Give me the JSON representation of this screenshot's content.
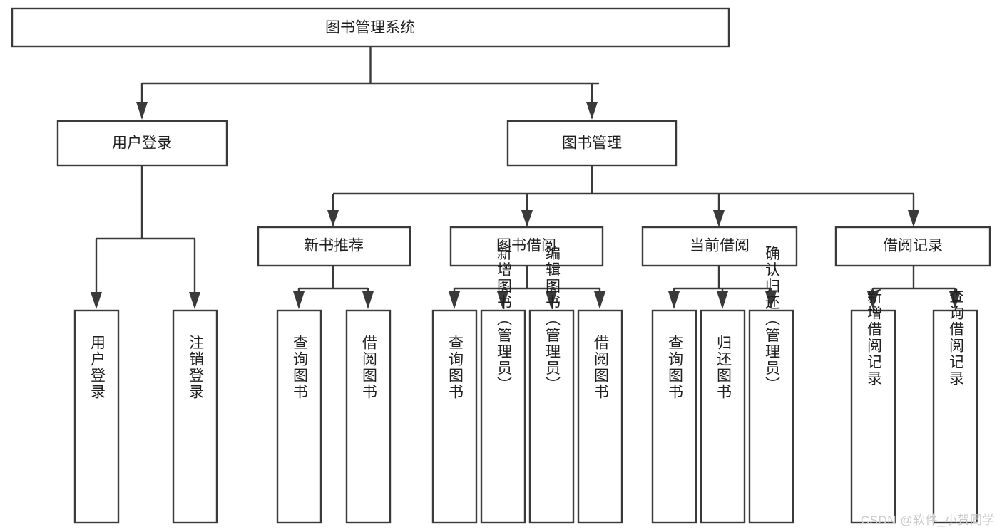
{
  "diagram": {
    "title": "图书管理系统",
    "type": "tree-hierarchy-chart",
    "colors": {
      "box_stroke": "#3a3a3a",
      "box_fill": "#ffffff",
      "text": "#1f1f1f",
      "background": "#ffffff",
      "watermark": "#c9c9c9"
    },
    "levels": {
      "level1": [
        "图书管理系统"
      ],
      "level2": [
        "用户登录",
        "图书管理"
      ],
      "level3": [
        "新书推荐",
        "图书借阅",
        "当前借阅",
        "借阅记录"
      ],
      "level4": [
        "用户登录",
        "注销登录",
        "查询图书",
        "借阅图书",
        "查询图书",
        "新增图书（管理员）",
        "编辑图书（管理员）",
        "借阅图书",
        "查询图书",
        "归还图书",
        "确认归还（管理员）",
        "新增借阅记录",
        "查询借阅记录"
      ]
    },
    "nodes": {
      "root": {
        "label": "图书管理系统"
      },
      "user_login": {
        "label": "用户登录"
      },
      "book_manage": {
        "label": "图书管理"
      },
      "new_book_rec": {
        "label": "新书推荐"
      },
      "book_borrow": {
        "label": "图书借阅"
      },
      "current_borrow": {
        "label": "当前借阅"
      },
      "borrow_record": {
        "label": "借阅记录"
      },
      "leaf_user_login": {
        "label": "用户登录"
      },
      "leaf_logout": {
        "label": "注销登录"
      },
      "leaf_query_book_a": {
        "label": "查询图书"
      },
      "leaf_borrow_book_a": {
        "label": "借阅图书"
      },
      "leaf_query_book_b": {
        "label": "查询图书"
      },
      "leaf_add_book": {
        "label": "新增图书（管理员）"
      },
      "leaf_edit_book": {
        "label": "编辑图书（管理员）"
      },
      "leaf_borrow_book_b": {
        "label": "借阅图书"
      },
      "leaf_query_book_c": {
        "label": "查询图书"
      },
      "leaf_return_book": {
        "label": "归还图书"
      },
      "leaf_confirm_return": {
        "label": "确认归还（管理员）"
      },
      "leaf_add_record": {
        "label": "新增借阅记录"
      },
      "leaf_query_record": {
        "label": "查询借阅记录"
      }
    },
    "edges": [
      {
        "from": "root",
        "to": "user_login"
      },
      {
        "from": "root",
        "to": "book_manage"
      },
      {
        "from": "user_login",
        "to": "leaf_user_login"
      },
      {
        "from": "user_login",
        "to": "leaf_logout"
      },
      {
        "from": "book_manage",
        "to": "new_book_rec"
      },
      {
        "from": "book_manage",
        "to": "book_borrow"
      },
      {
        "from": "book_manage",
        "to": "current_borrow"
      },
      {
        "from": "book_manage",
        "to": "borrow_record"
      },
      {
        "from": "new_book_rec",
        "to": "leaf_query_book_a"
      },
      {
        "from": "new_book_rec",
        "to": "leaf_borrow_book_a"
      },
      {
        "from": "book_borrow",
        "to": "leaf_query_book_b"
      },
      {
        "from": "book_borrow",
        "to": "leaf_add_book"
      },
      {
        "from": "book_borrow",
        "to": "leaf_edit_book"
      },
      {
        "from": "book_borrow",
        "to": "leaf_borrow_book_b"
      },
      {
        "from": "current_borrow",
        "to": "leaf_query_book_c"
      },
      {
        "from": "current_borrow",
        "to": "leaf_return_book"
      },
      {
        "from": "current_borrow",
        "to": "leaf_confirm_return"
      },
      {
        "from": "borrow_record",
        "to": "leaf_add_record"
      },
      {
        "from": "borrow_record",
        "to": "leaf_query_record"
      }
    ]
  },
  "watermark": {
    "text": "CSDN @软件_小贺同学"
  }
}
